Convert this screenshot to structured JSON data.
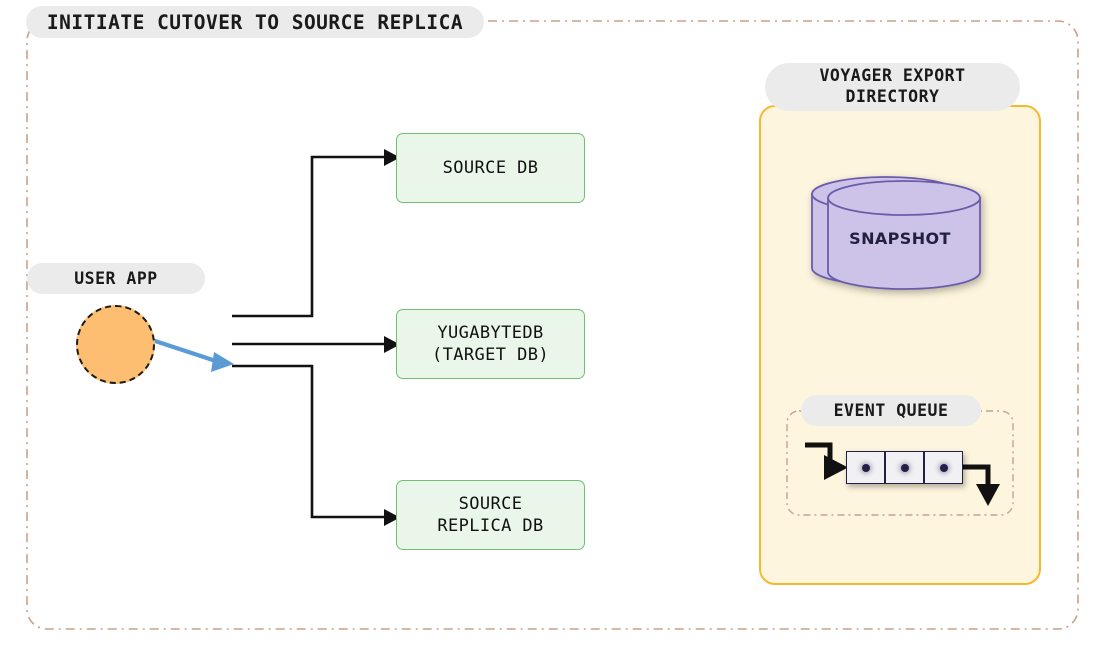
{
  "diagram": {
    "title": "INITIATE CUTOVER TO SOURCE REPLICA",
    "colors": {
      "outer_border": "#c9a18a",
      "pill_background": "#ebebeb",
      "db_box_fill": "#eaf6ea",
      "db_box_border": "#6fc06f",
      "user_app_fill": "#fdbe71",
      "user_app_border": "#1b1b1b",
      "voyager_panel_fill": "#fdf5dd",
      "voyager_panel_border": "#f6b92c",
      "snapshot_fill": "#cdc2e8",
      "snapshot_border": "#6b5cab",
      "queue_cell_fill": "#f1f1f4",
      "queue_cell_border": "#231f47",
      "connector_line": "#111111",
      "blue_arrow": "#5b9bd5"
    }
  },
  "user_app": {
    "label": "USER APP",
    "shape": "circle"
  },
  "databases": [
    {
      "id": "source-db",
      "label": "SOURCE DB",
      "lines": [
        "SOURCE DB"
      ]
    },
    {
      "id": "target-db",
      "label": "YUGABYTEDB (TARGET DB)",
      "lines": [
        "YUGABYTEDB",
        "(TARGET DB)"
      ]
    },
    {
      "id": "replica-db",
      "label": "SOURCE REPLICA DB",
      "lines": [
        "SOURCE",
        "REPLICA DB"
      ]
    }
  ],
  "db_lines": {
    "source_db_l1": "SOURCE DB",
    "target_db_l1": "YUGABYTEDB",
    "target_db_l2": "(TARGET DB)",
    "replica_db_l1": "SOURCE",
    "replica_db_l2": "REPLICA DB"
  },
  "voyager": {
    "title_line1": "VOYAGER EXPORT",
    "title_line2": "DIRECTORY",
    "snapshot": {
      "label": "SNAPSHOT",
      "shape": "cylinder"
    },
    "event_queue": {
      "label": "EVENT QUEUE",
      "cell_count": 3,
      "cells": [
        {
          "id": "event-1",
          "marker": "dot"
        },
        {
          "id": "event-2",
          "marker": "dot"
        },
        {
          "id": "event-3",
          "marker": "dot"
        }
      ],
      "inbound_arrow": "in",
      "outbound_arrow": "out"
    }
  },
  "connections": [
    {
      "from": "user-app",
      "to": "source-db",
      "style": "orthogonal-black",
      "arrowhead": true
    },
    {
      "from": "user-app",
      "to": "target-db",
      "style": "straight-black",
      "arrowhead": true
    },
    {
      "from": "user-app",
      "to": "replica-db",
      "style": "orthogonal-black",
      "arrowhead": true
    },
    {
      "from": "user-app",
      "to": "replica-branch",
      "style": "diagonal-blue",
      "arrowhead": true
    }
  ]
}
